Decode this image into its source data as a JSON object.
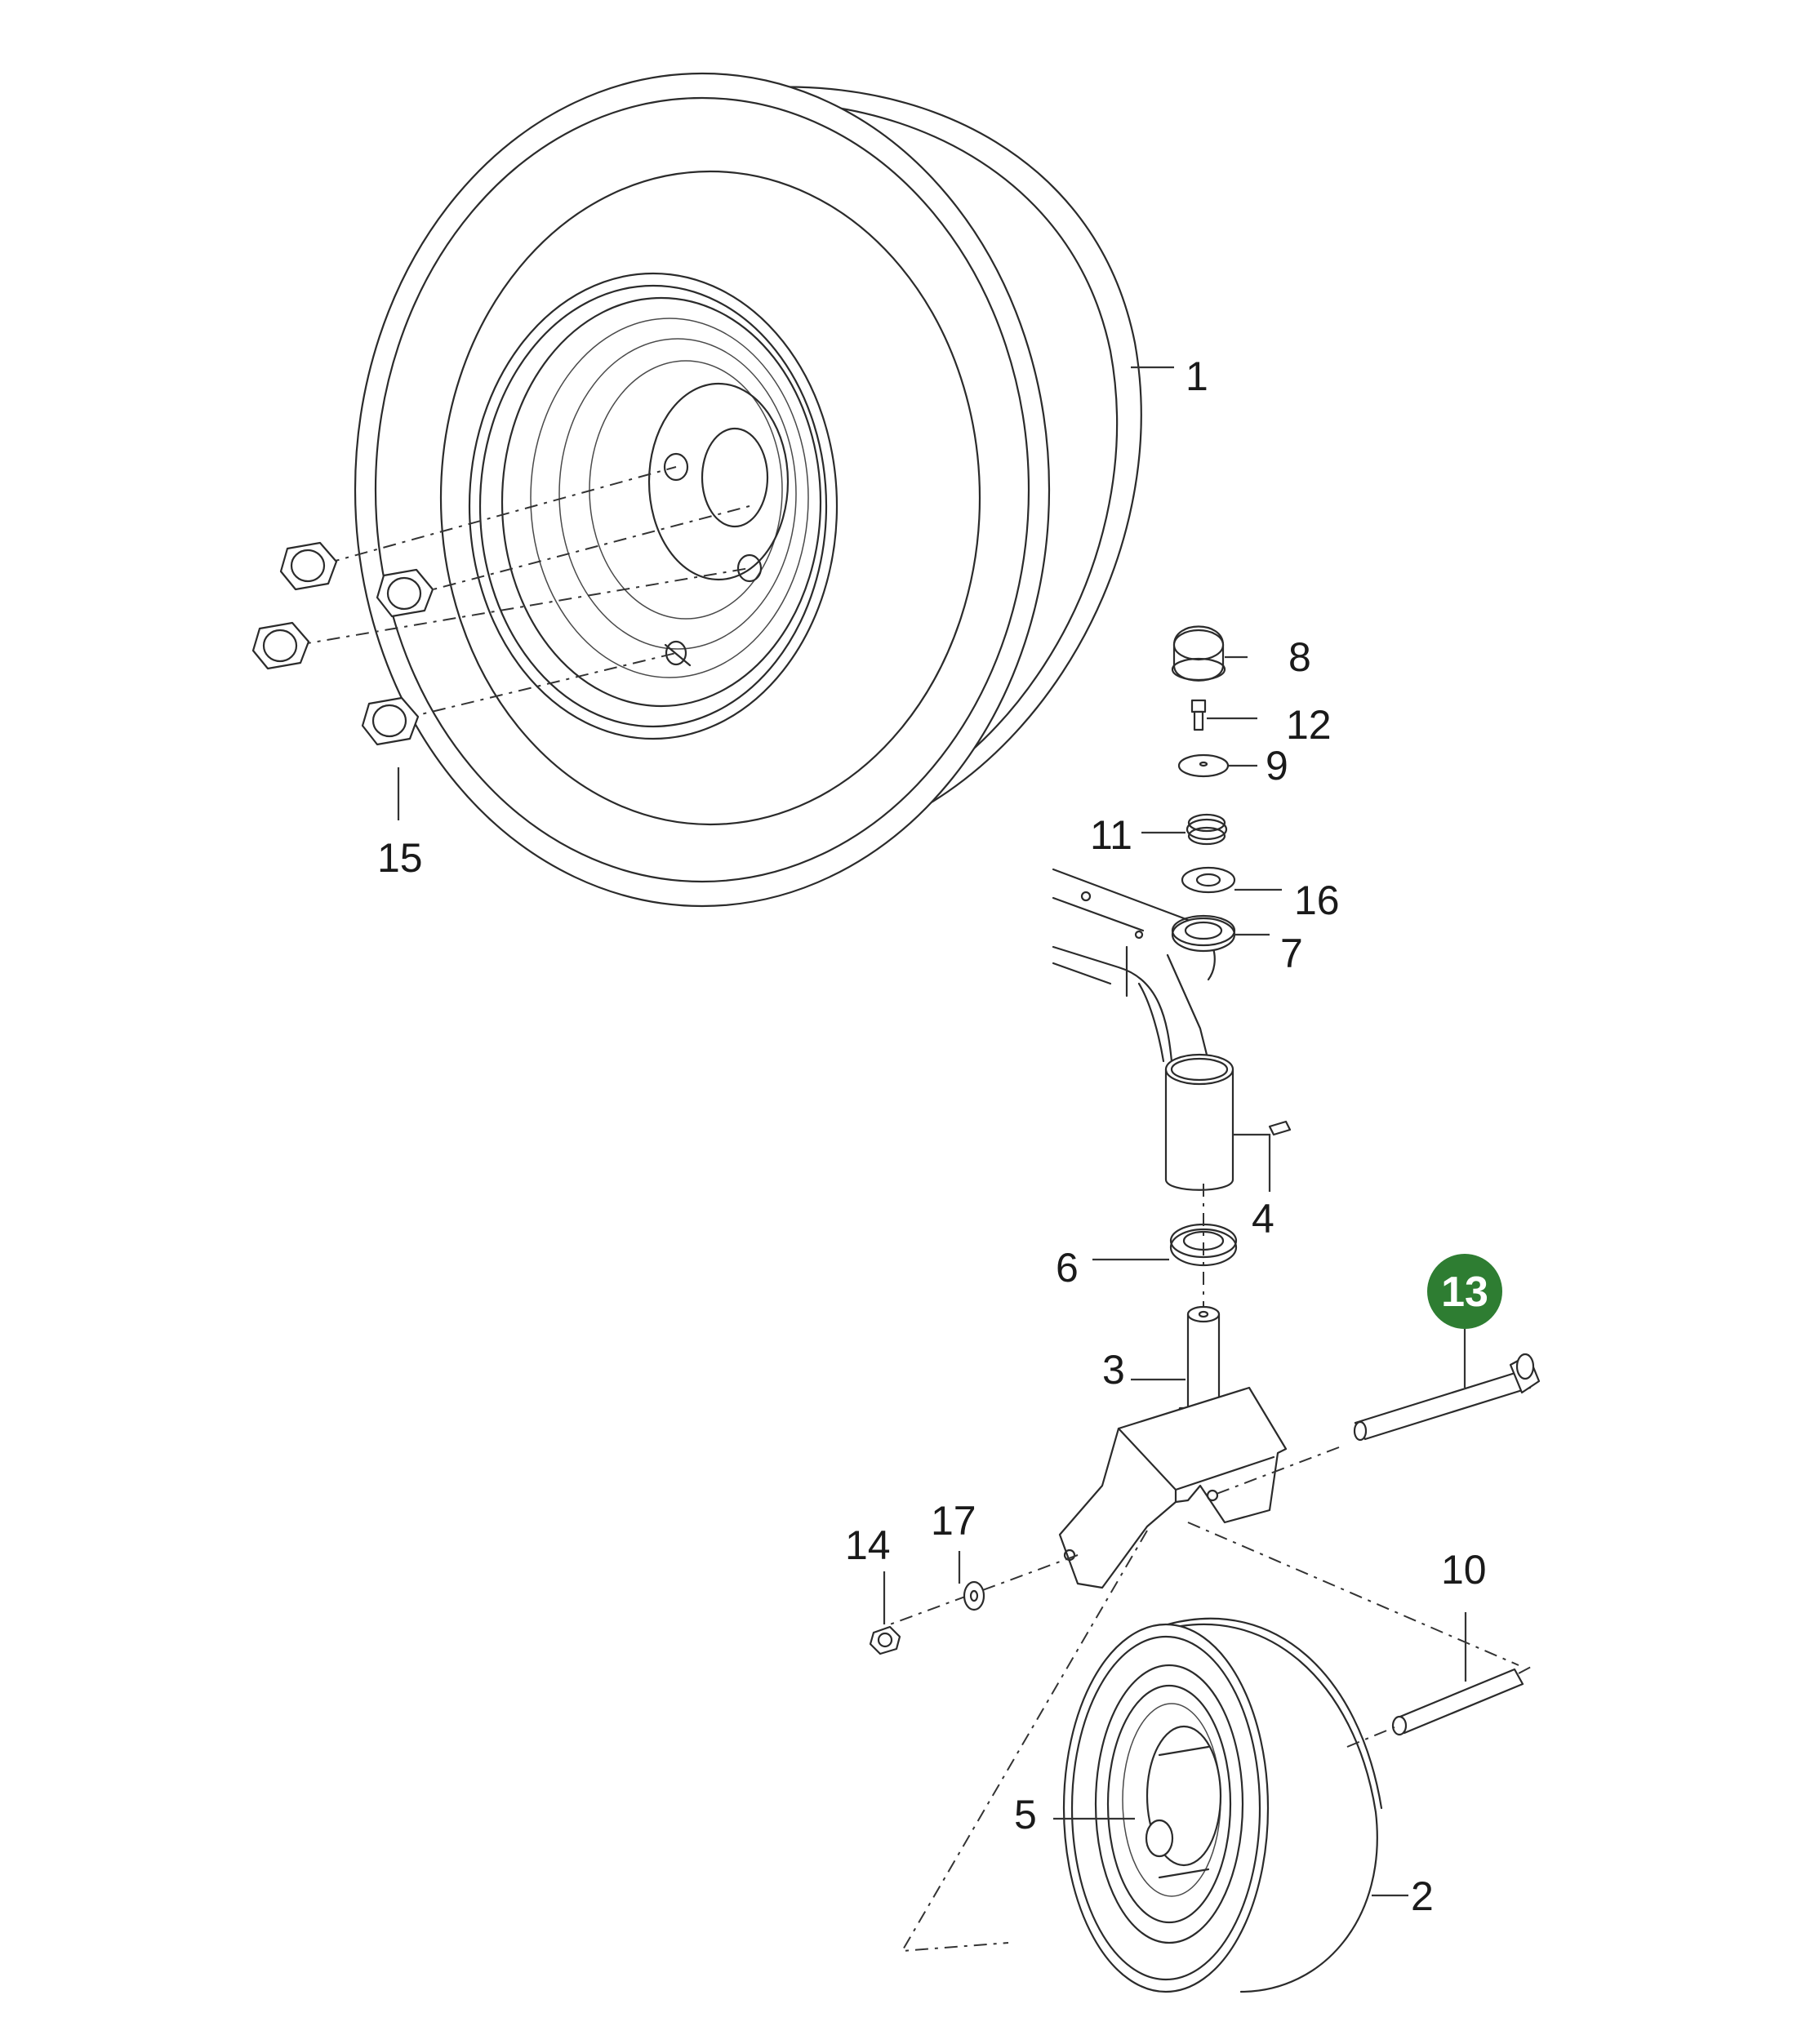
{
  "colors": {
    "line": "#2b2b2b",
    "highlight": "#2e7d32",
    "background": "#ffffff"
  },
  "callouts": {
    "c1": "1",
    "c2": "2",
    "c3": "3",
    "c4": "4",
    "c5": "5",
    "c6": "6",
    "c7": "7",
    "c8": "8",
    "c9": "9",
    "c10": "10",
    "c11": "11",
    "c12": "12",
    "c13": "13",
    "c14": "14",
    "c15": "15",
    "c16": "16",
    "c17": "17"
  },
  "highlighted_part": "13"
}
